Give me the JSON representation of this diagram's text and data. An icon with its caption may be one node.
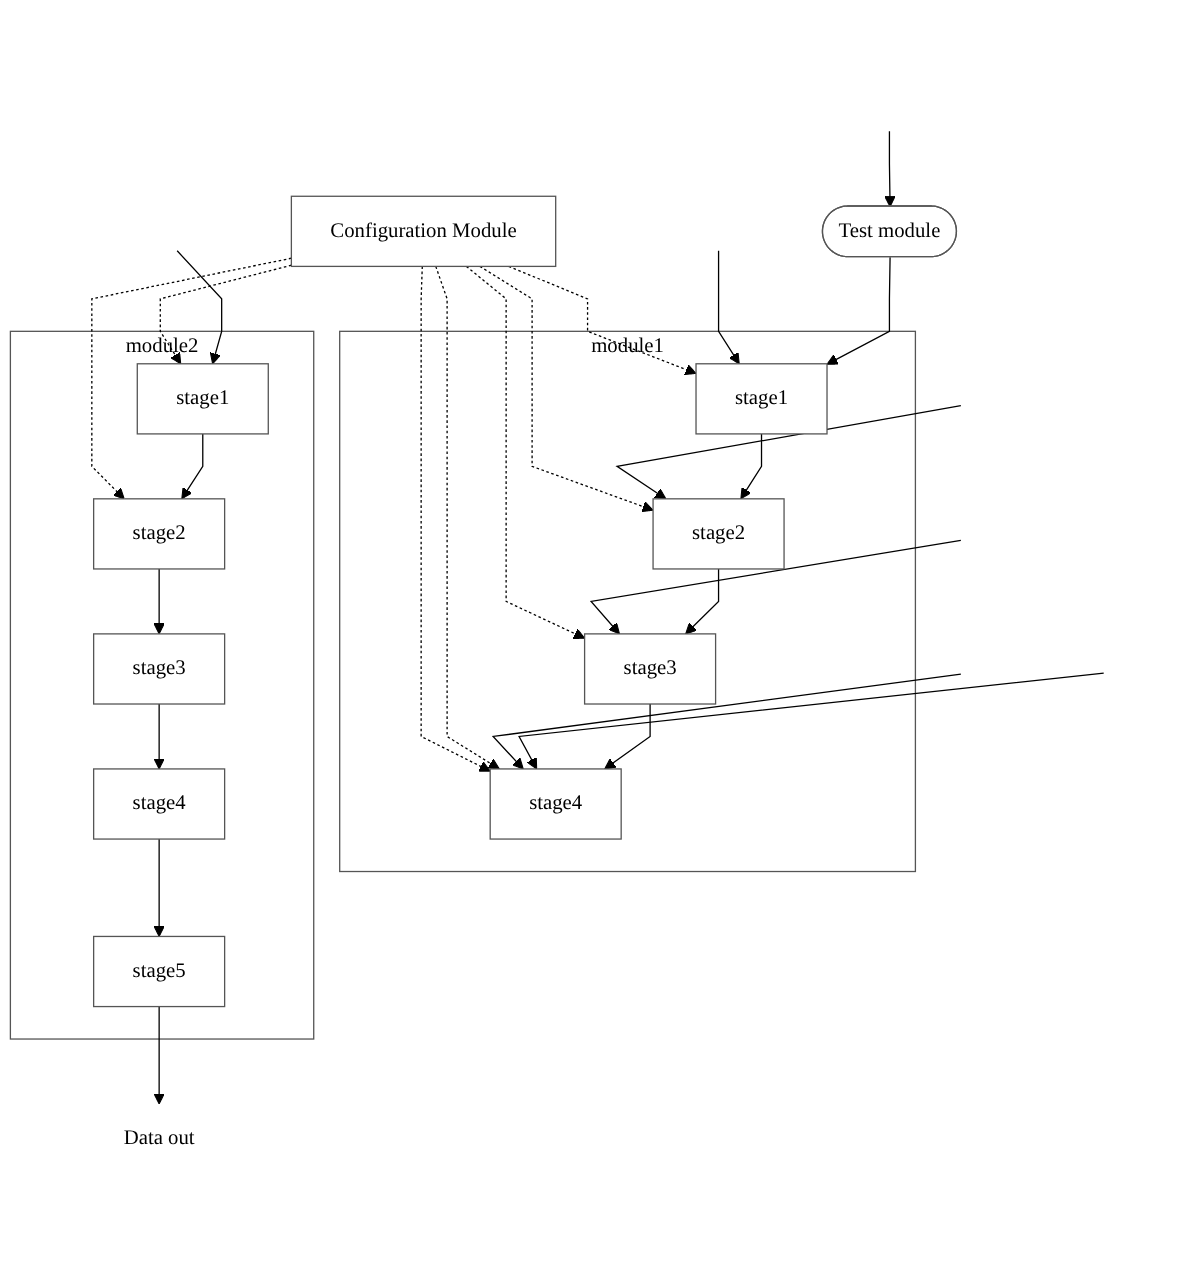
{
  "diagram": {
    "nodes": [
      {
        "text": [
          "module1"
        ]
      },
      {
        "text": [
          "stage4"
        ],
        "in": 0
      },
      {
        "text": [
          "stage3"
        ],
        "in": 0
      },
      {
        "text": [
          "stage2"
        ],
        "in": 0
      },
      {
        "text": [
          "stage1"
        ],
        "in": 0
      },
      {
        "text": [
          "module2"
        ]
      },
      {
        "text": [
          "stage1"
        ],
        "in": 5
      },
      {
        "text": [
          "stage2"
        ],
        "in": 5
      },
      {
        "text": [
          "stage3"
        ],
        "in": 5
      },
      {
        "text": [
          "stage4"
        ],
        "in": 5
      },
      {
        "text": [
          "stage5"
        ],
        "in": 5
      },
      {
        "text": [
          "Test module"
        ]
      },
      {
        "text": [
          "Configuration Module"
        ]
      },
      {
        "text": [
          "Data out"
        ]
      }
    ],
    "edges": [
      {
        "from": 11,
        "to": 4,
        "arrow": "to"
      },
      {
        "from": 4,
        "to": 3,
        "arrow": "to"
      },
      {
        "from": 3,
        "to": 2,
        "arrow": "to"
      },
      {
        "from": 2,
        "to": 1,
        "arrow": "to"
      },
      {
        "from": 6,
        "to": 7,
        "arrow": "to"
      },
      {
        "from": 7,
        "to": 8,
        "arrow": "to"
      },
      {
        "from": 8,
        "to": 9,
        "arrow": "to"
      },
      {
        "from": 9,
        "to": 10,
        "arrow": "to"
      },
      {
        "from": 10,
        "to": 13,
        "arrow": "to"
      },
      {
        "from": null,
        "to": 1,
        "arrow": "to"
      },
      {
        "from": null,
        "to": 1,
        "arrow": "to"
      },
      {
        "from": null,
        "to": 2,
        "arrow": "to"
      },
      {
        "from": null,
        "to": 3,
        "arrow": "to"
      },
      {
        "from": null,
        "to": 4,
        "arrow": "to"
      },
      {
        "from": null,
        "to": 11,
        "arrow": "to"
      },
      {
        "from": null,
        "to": 6,
        "arrow": "to"
      },
      {
        "from": 12,
        "to": 1,
        "arrow": "to",
        "style": "dashed"
      },
      {
        "from": 12,
        "to": 1,
        "arrow": "to",
        "style": "dashed"
      },
      {
        "from": 12,
        "to": 2,
        "arrow": "to",
        "style": "dashed"
      },
      {
        "from": 12,
        "to": 3,
        "arrow": "to",
        "style": "dashed"
      },
      {
        "from": 12,
        "to": 4,
        "arrow": "to",
        "style": "dashed"
      },
      {
        "from": 12,
        "to": 6,
        "arrow": "to",
        "style": "dashed"
      },
      {
        "from": 12,
        "to": 7,
        "arrow": "to",
        "style": "dashed"
      }
    ]
  }
}
